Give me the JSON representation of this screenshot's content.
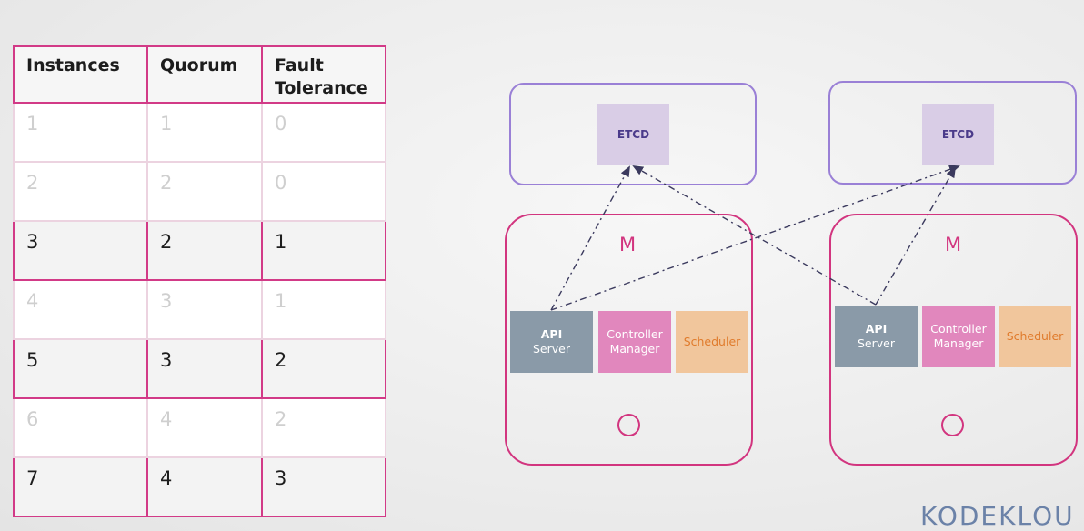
{
  "table": {
    "headers": [
      "Instances",
      "Quorum",
      "Fault Tolerance"
    ],
    "rows": [
      {
        "cells": [
          "1",
          "1",
          "0"
        ],
        "dimmed": true
      },
      {
        "cells": [
          "2",
          "2",
          "0"
        ],
        "dimmed": true
      },
      {
        "cells": [
          "3",
          "2",
          "1"
        ],
        "dimmed": false
      },
      {
        "cells": [
          "4",
          "3",
          "1"
        ],
        "dimmed": true
      },
      {
        "cells": [
          "5",
          "3",
          "2"
        ],
        "dimmed": false
      },
      {
        "cells": [
          "6",
          "4",
          "2"
        ],
        "dimmed": true
      },
      {
        "cells": [
          "7",
          "4",
          "3"
        ],
        "dimmed": false
      }
    ]
  },
  "diagram": {
    "nodes": [
      {
        "etcd_label": "ETCD",
        "master_label": "M",
        "api_line1": "API",
        "api_line2": "Server",
        "ctrl_line1": "Controller",
        "ctrl_line2": "Manager",
        "scheduler": "Scheduler"
      },
      {
        "etcd_label": "ETCD",
        "master_label": "M",
        "api_line1": "API",
        "api_line2": "Server",
        "ctrl_line1": "Controller",
        "ctrl_line2": "Manager",
        "scheduler": "Scheduler"
      }
    ]
  },
  "colors": {
    "table_border": "#d23a87",
    "etcd_border": "#9a80d6",
    "etcd_fill": "#d9cde6",
    "master_border": "#d2357f",
    "api_fill": "#8a9aa8",
    "controller_fill": "#e187bd",
    "scheduler_fill": "#f1c69c",
    "link_line": "#3b3a5e"
  },
  "logo": "KODEKLOU"
}
